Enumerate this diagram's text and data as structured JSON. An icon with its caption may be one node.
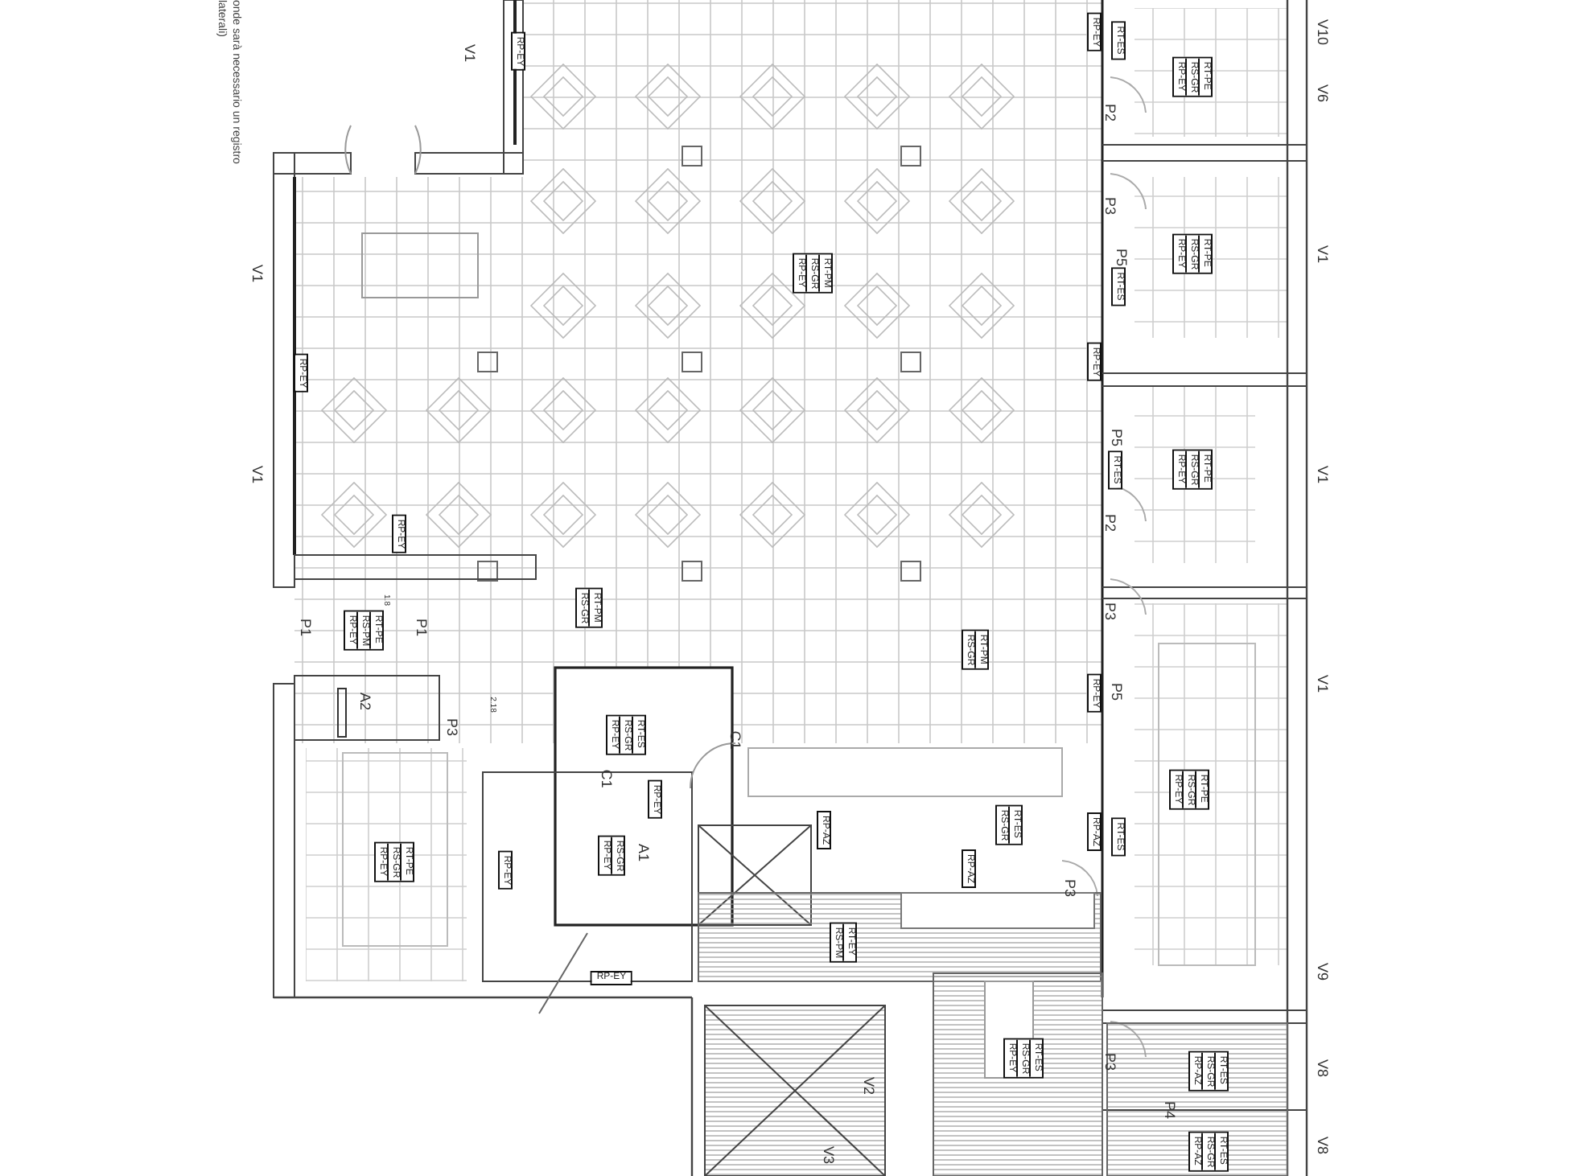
{
  "diagram": {
    "nodes": [
      {
        "text": [
          "RP-EY"
        ]
      },
      {
        "text": [
          "RP-EY"
        ]
      },
      {
        "text": [
          "RT-ES"
        ]
      },
      {
        "text": [
          "RT-PE",
          "RS-GR",
          "RP-EY"
        ]
      },
      {
        "text": [
          "RT-PM",
          "RS-GR",
          "RP-EY"
        ]
      },
      {
        "text": [
          "RT-PE",
          "RS-GR",
          "RP-EY"
        ]
      },
      {
        "text": [
          "RT-ES"
        ]
      },
      {
        "text": [
          "RP-EY"
        ]
      },
      {
        "text": [
          "RP-EY"
        ]
      },
      {
        "text": [
          "RT-PE",
          "RS-GR",
          "RP-EY"
        ]
      },
      {
        "text": [
          "RT-ES"
        ]
      },
      {
        "text": [
          "RP-EY"
        ]
      },
      {
        "text": [
          "RT-PM",
          "RS-GR"
        ]
      },
      {
        "text": [
          "RT-PE",
          "RS-PM",
          "RP-EY"
        ]
      },
      {
        "text": [
          "RT-PM",
          "RS-GR"
        ]
      },
      {
        "text": [
          "RP-EY"
        ]
      },
      {
        "text": [
          "RT-ES",
          "RS-GR",
          "RP-EY"
        ]
      },
      {
        "text": [
          "RT-PE",
          "RS-GR",
          "RP-EY"
        ]
      },
      {
        "text": [
          "RP-EY"
        ]
      },
      {
        "text": [
          "RP-AZ"
        ]
      },
      {
        "text": [
          "RT-ES",
          "RS-GR"
        ]
      },
      {
        "text": [
          "RP-AZ"
        ]
      },
      {
        "text": [
          "RT-ES"
        ]
      },
      {
        "text": [
          "RS-GR",
          "RP-EY"
        ]
      },
      {
        "text": [
          "RT-PE",
          "RS-GR",
          "RP-EY"
        ]
      },
      {
        "text": [
          "RP-EY"
        ]
      },
      {
        "text": [
          "RP-AZ"
        ]
      },
      {
        "text": [
          "RT-EY",
          "RS-PM"
        ]
      },
      {
        "text": [
          "RP-EY"
        ]
      },
      {
        "text": [
          "RT-ES",
          "RS-GR",
          "RP-EY"
        ]
      },
      {
        "text": [
          "RT-ES",
          "RS-GR",
          "RP-AZ"
        ]
      },
      {
        "text": [
          "RT-ES",
          "RS-GR",
          "RP-AZ"
        ]
      }
    ],
    "labels": [
      "onde sarà necessario un registro",
      "laterali)",
      "V1",
      "V10",
      "V6",
      "P2",
      "P3",
      "P5",
      "V1",
      "V1",
      "V1",
      "P5",
      "V1",
      "P2",
      "P3",
      "1.8",
      "P1",
      "P1",
      "A2",
      "P5",
      "V1",
      "2.18",
      "P3",
      "C1",
      "C1",
      "A1",
      "P3",
      "V9",
      "V2",
      "P3",
      "V8",
      "P4",
      "V8",
      "V3"
    ]
  }
}
